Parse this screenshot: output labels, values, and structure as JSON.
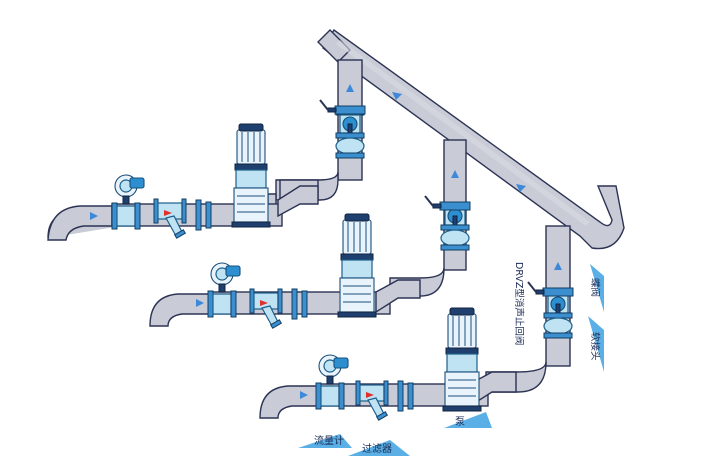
{
  "labels": {
    "flowmeter": "流量计",
    "filter": "过滤器",
    "pump": "泵",
    "check_valve": "DRVZ型消声止回阀",
    "soft_joint": "软接头",
    "butterfly_valve": "蝶阀"
  },
  "colors": {
    "pipe": "#c9ccd6",
    "equipment_blue": "#2e8fd0",
    "flow_arrow": "#3d88d8",
    "direction_arrow": "#e0322a",
    "label_marker": "#5ab0e6"
  }
}
